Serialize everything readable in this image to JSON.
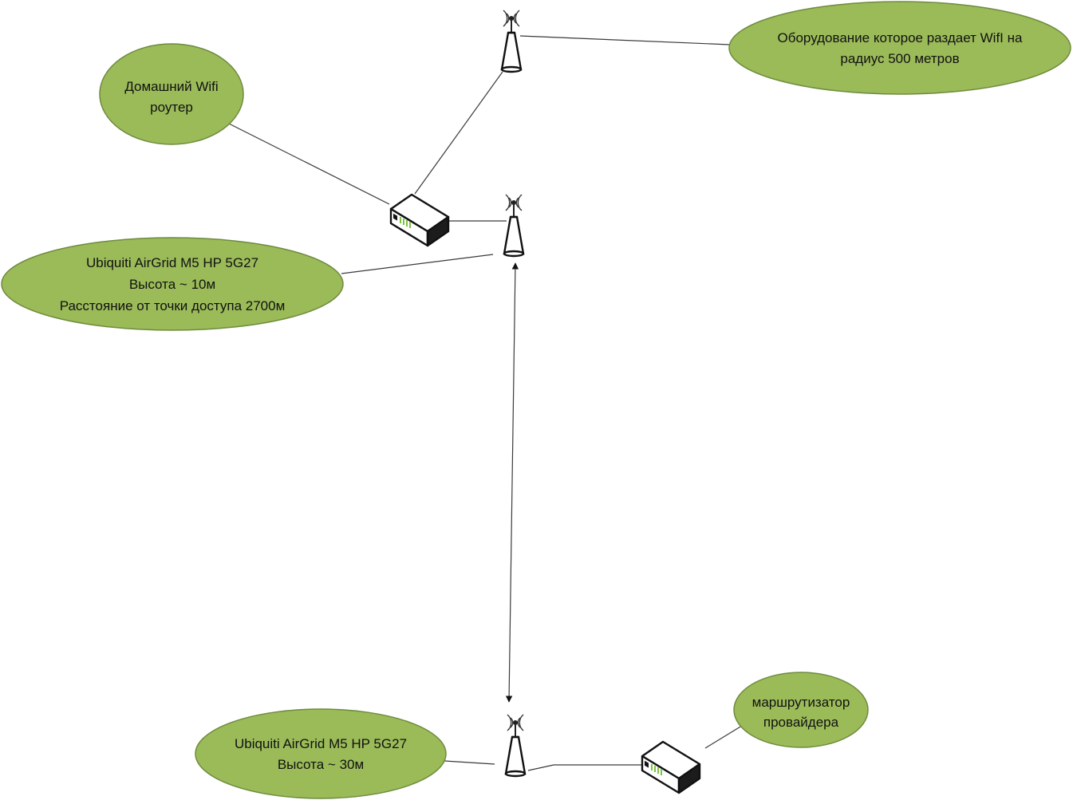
{
  "labels": {
    "home_router": [
      "Домашний Wifi",
      "роутер"
    ],
    "wifi_equipment": [
      "Оборудование которое раздает WifI на",
      "радиус 500 метров"
    ],
    "airgrid_near": [
      "Ubiquiti AirGrid M5 HP 5G27",
      "Высота ~ 10м",
      "Расстояние от точки доступа 2700м"
    ],
    "airgrid_far": [
      "Ubiquiti AirGrid M5 HP 5G27",
      "Высота ~ 30м"
    ],
    "isp_router": [
      "маршрутизатор",
      "провайдера"
    ]
  },
  "colors": {
    "bubble_fill": "#9bbb59",
    "bubble_stroke": "#6e8b3d",
    "line": "#3a3a3a",
    "device_light": "#7dc243"
  },
  "icons": [
    "antenna-icon",
    "router-icon",
    "arrowhead-icon"
  ]
}
